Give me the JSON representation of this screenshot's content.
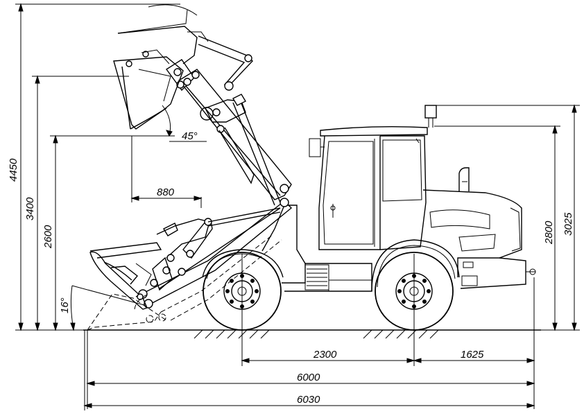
{
  "dimensions": {
    "height_4450": "4450",
    "height_3400": "3400",
    "height_2600": "2600",
    "height_2800": "2800",
    "height_3025": "3025",
    "reach_880": "880",
    "wheelbase_2300": "2300",
    "rear_overhang_1625": "1625",
    "length_6000": "6000",
    "length_6030": "6030"
  },
  "angles": {
    "dump_angle": "45°",
    "rollback_angle": "16°"
  }
}
